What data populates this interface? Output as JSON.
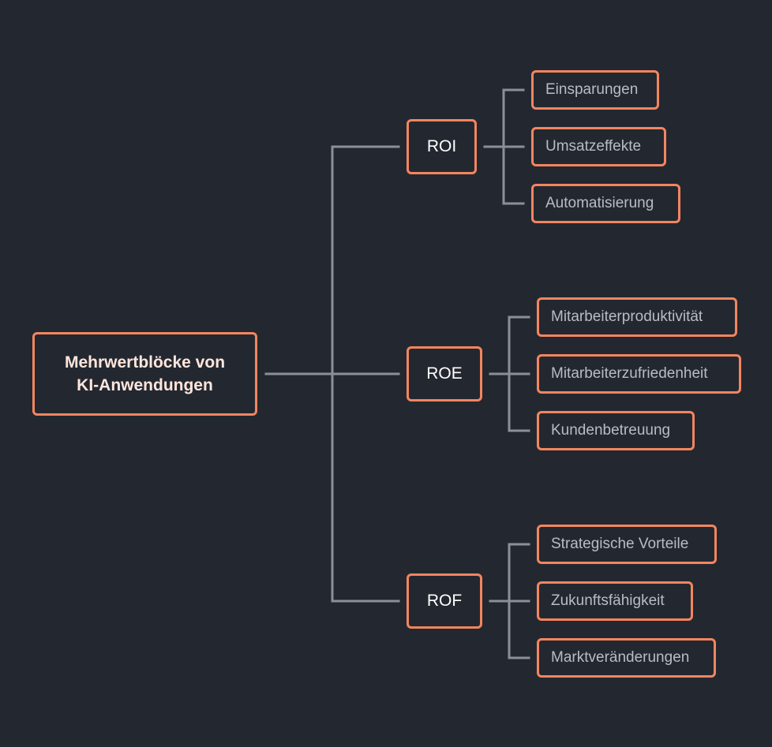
{
  "root": {
    "label_line1": "Mehrwertblöcke von",
    "label_line2": "KI-Anwendungen"
  },
  "branches": [
    {
      "label": "ROI",
      "children": [
        "Einsparungen",
        "Umsatzeffekte",
        "Automatisierung"
      ]
    },
    {
      "label": "ROE",
      "children": [
        "Mitarbeiterproduktivität",
        "Mitarbeiterzufriedenheit",
        "Kundenbetreuung"
      ]
    },
    {
      "label": "ROF",
      "children": [
        "Strategische Vorteile",
        "Zukunftsfähigkeit",
        "Marktveränderungen"
      ]
    }
  ],
  "colors": {
    "background": "#232830",
    "node_border": "#f4855f",
    "connector": "#8c8f96",
    "root_text": "#ffe6dc",
    "leaf_text": "#b9bcc2"
  }
}
